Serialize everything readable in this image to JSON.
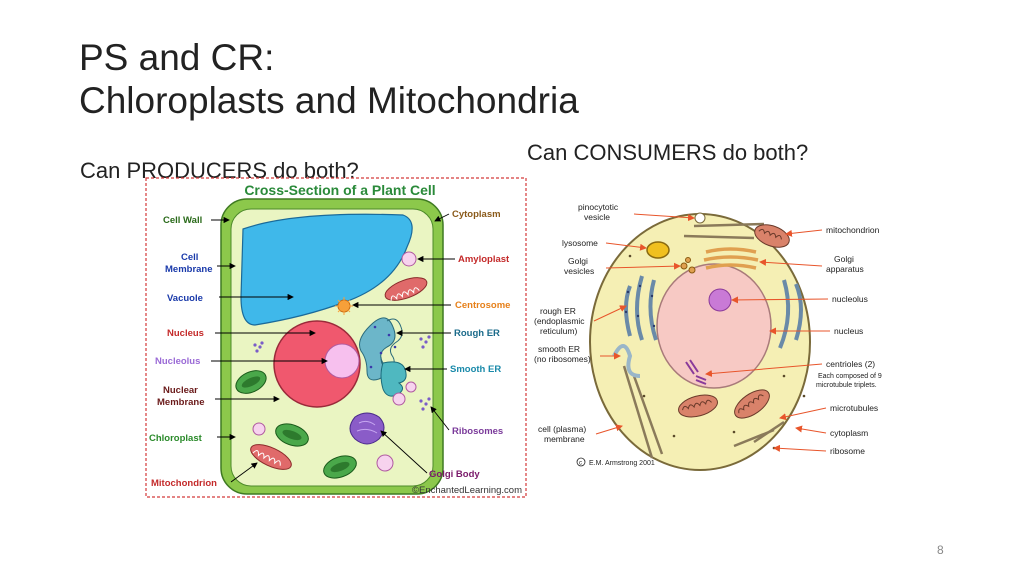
{
  "slide": {
    "title_line1": "PS and CR:",
    "title_line2": "Chloroplasts and Mitochondria",
    "producers_question": "Can PRODUCERS do both?",
    "consumers_question": "Can CONSUMERS do both?",
    "page_number": "8"
  },
  "plant_cell": {
    "title": "Cross-Section of a Plant Cell",
    "credit": "©EnchantedLearning.com",
    "labels": {
      "cell_wall": "Cell Wall",
      "cell_membrane_1": "Cell",
      "cell_membrane_2": "Membrane",
      "vacuole": "Vacuole",
      "nucleus": "Nucleus",
      "nucleolus": "Nucleolus",
      "nuclear_membrane_1": "Nuclear",
      "nuclear_membrane_2": "Membrane",
      "chloroplast": "Chloroplast",
      "mitochondrion": "Mitochondrion",
      "cytoplasm": "Cytoplasm",
      "amyloplast": "Amyloplast",
      "centrosome": "Centrosome",
      "rough_er": "Rough ER",
      "smooth_er": "Smooth ER",
      "ribosomes": "Ribosomes",
      "golgi_body": "Golgi Body"
    },
    "colors": {
      "border": "#d43a3a",
      "title": "#2a8a3a",
      "cell_wall": "#8cc84b",
      "cytoplasm": "#eaf5c2",
      "vacuole": "#3fb8ea",
      "nucleus": "#f0586e",
      "nucleolus": "#f7c0ee",
      "chloroplast": "#4aa84a",
      "mitochondrion": "#e06a6a",
      "er": "#6cb6c9",
      "golgi": "#8a5cc8"
    }
  },
  "animal_cell": {
    "credit": "E.M. Armstrong 2001",
    "labels": {
      "pinocytotic_1": "pinocytotic",
      "pinocytotic_2": "vesicle",
      "lysosome": "lysosome",
      "golgi_vesicles_1": "Golgi",
      "golgi_vesicles_2": "vesicles",
      "rough_er_1": "rough ER",
      "rough_er_2": "(endoplasmic",
      "rough_er_3": "reticulum)",
      "smooth_er_1": "smooth ER",
      "smooth_er_2": "(no ribosomes)",
      "cell_membrane_1": "cell (plasma)",
      "cell_membrane_2": "membrane",
      "mitochondrion": "mitochondrion",
      "golgi_apparatus_1": "Golgi",
      "golgi_apparatus_2": "apparatus",
      "nucleolus": "nucleolus",
      "nucleus": "nucleus",
      "centrioles": "centrioles (2)",
      "centrioles_note_1": "Each composed of 9",
      "centrioles_note_2": "microtubule triplets.",
      "microtubules": "microtubules",
      "cytoplasm": "cytoplasm",
      "ribosome": "ribosome"
    },
    "colors": {
      "cytoplasm": "#f5efb4",
      "membrane": "#7a6a3a",
      "nucleus": "#f7c9c4",
      "nucleolus": "#c97ad6",
      "arrow": "#e8552b",
      "mitochondrion": "#d9826a",
      "golgi": "#e0a050",
      "lysosome": "#f0c020",
      "er": "#9ab6c8"
    }
  }
}
